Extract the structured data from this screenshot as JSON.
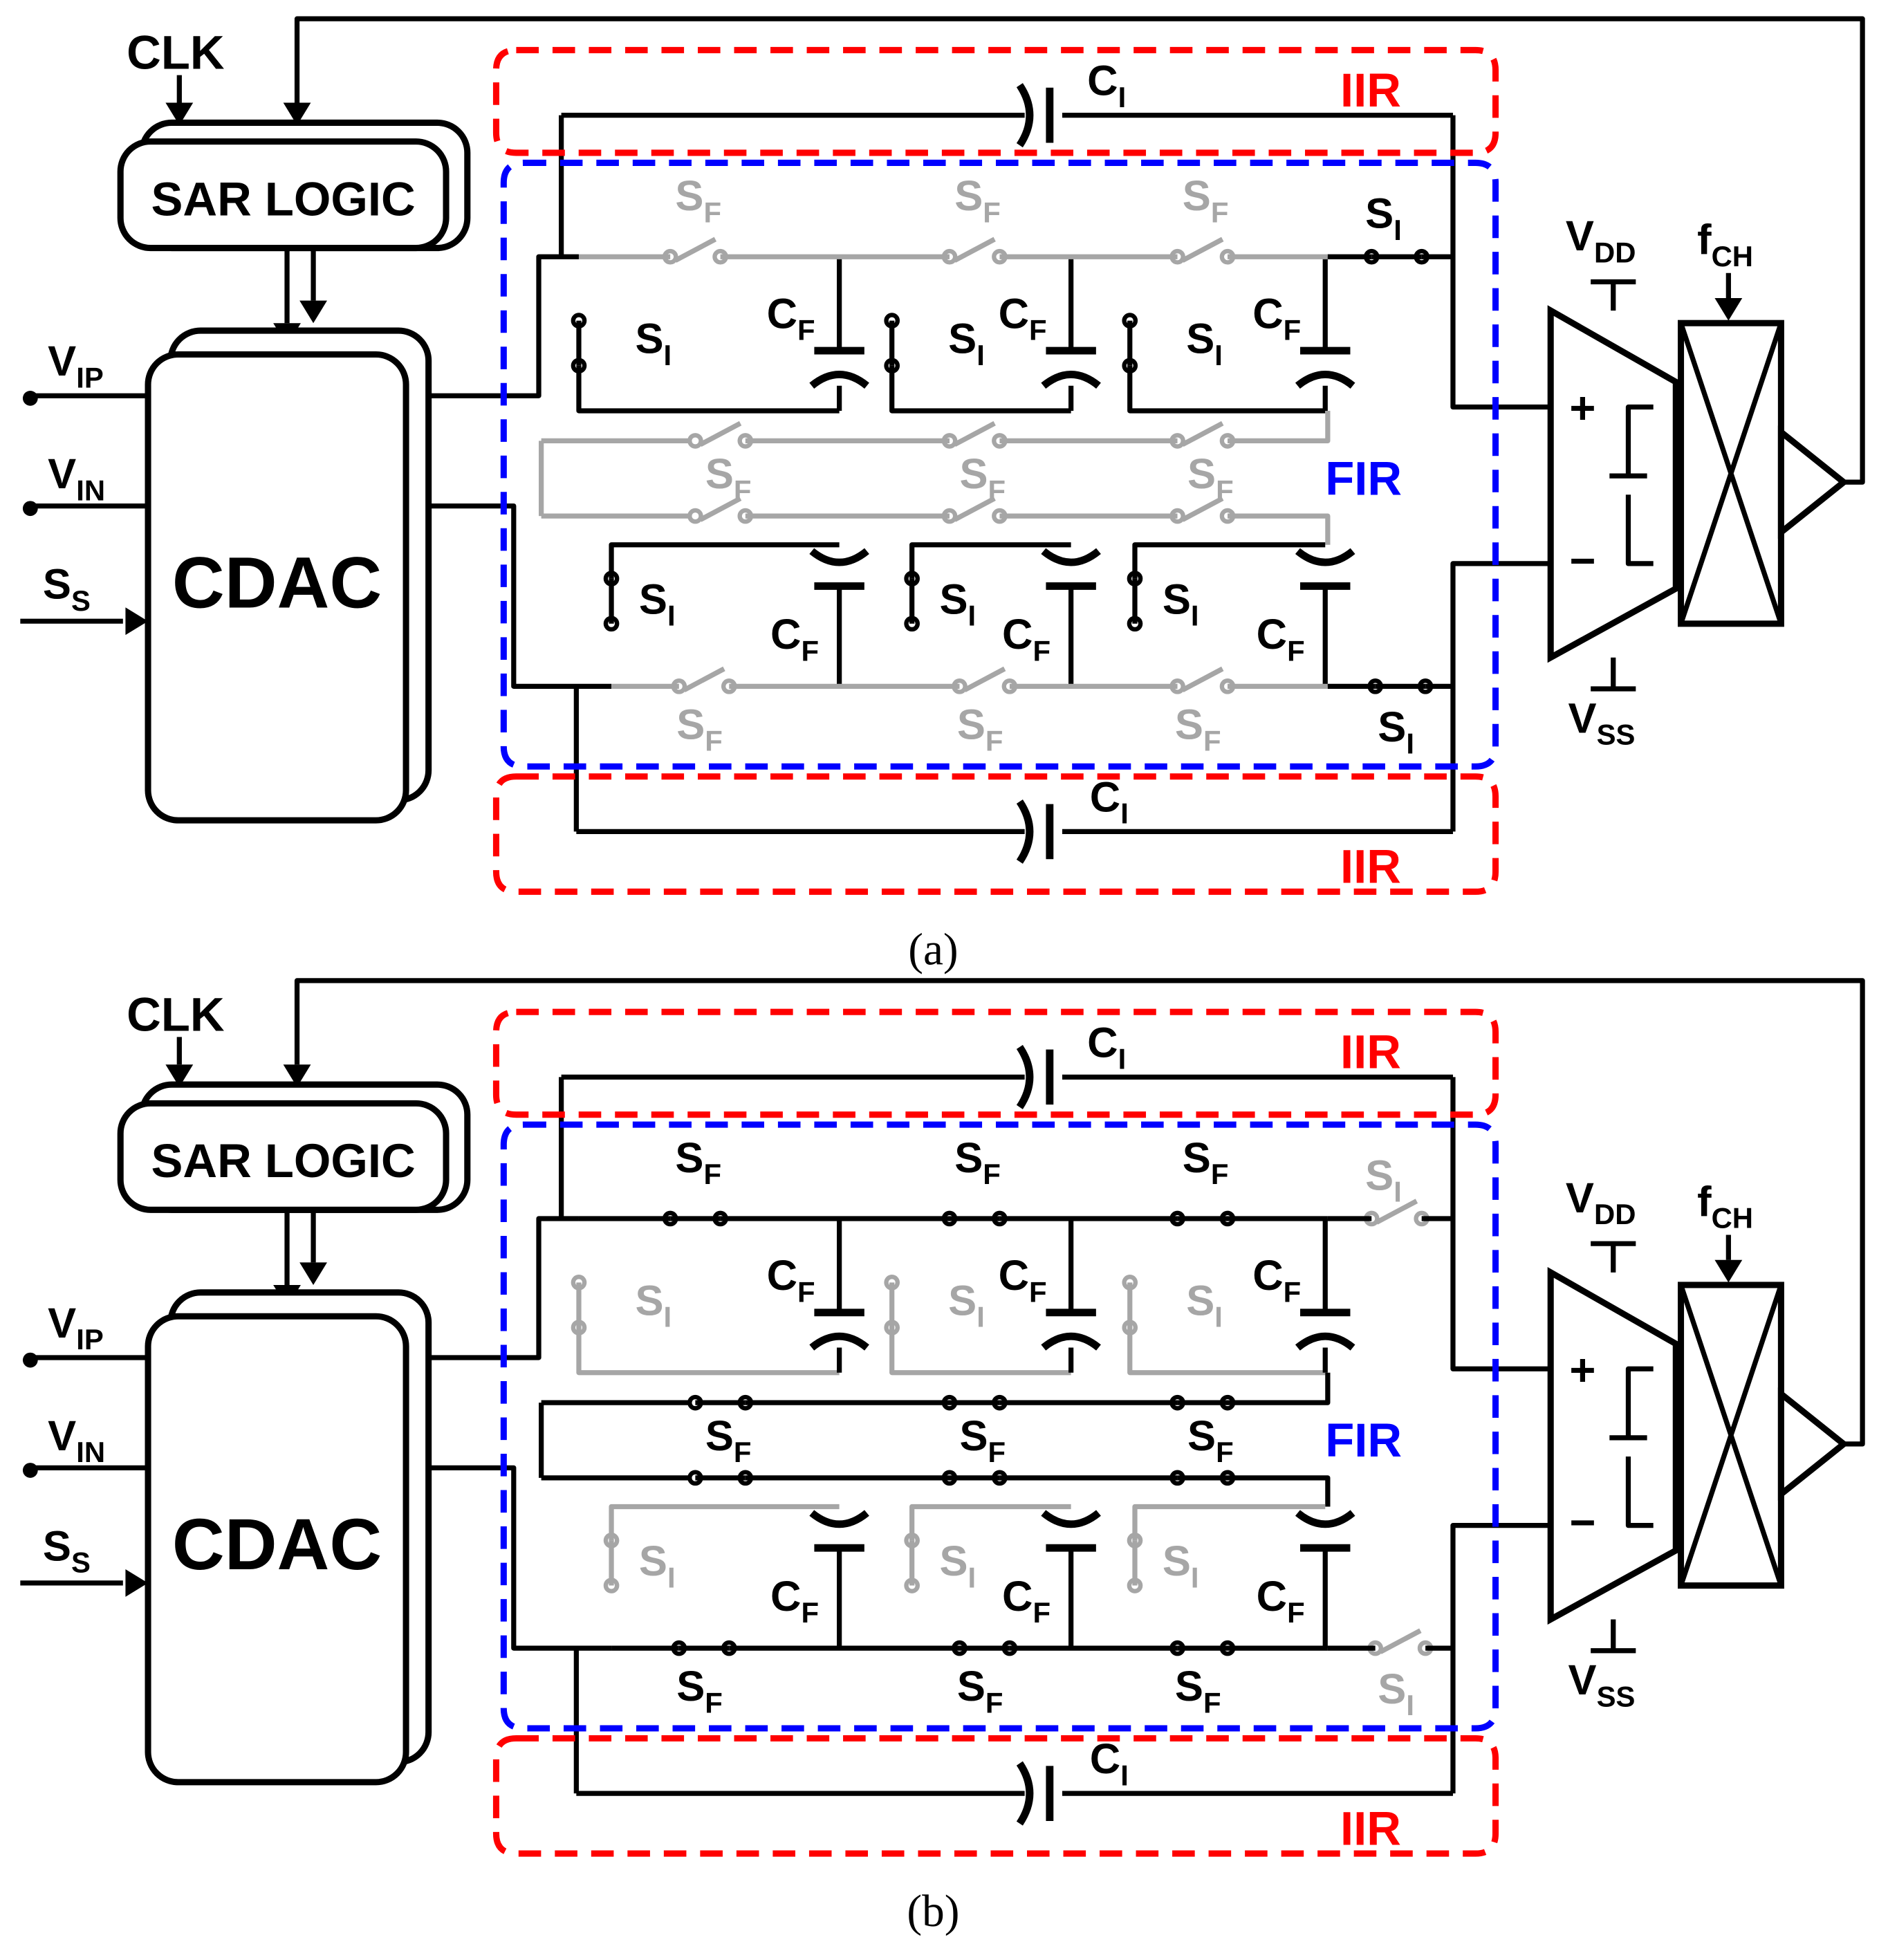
{
  "panels": [
    {
      "id": "a",
      "caption": "(a)",
      "clk": "CLK",
      "sar": "SAR LOGIC",
      "cdac": "CDAC",
      "vip": {
        "main": "V",
        "sub": "IP"
      },
      "vin": {
        "main": "V",
        "sub": "IN"
      },
      "ss": {
        "main": "S",
        "sub": "S"
      },
      "vdd": {
        "main": "V",
        "sub": "DD"
      },
      "vss": {
        "main": "V",
        "sub": "SS"
      },
      "fch": {
        "main": "f",
        "sub": "CH"
      },
      "ci": {
        "main": "C",
        "sub": "I"
      },
      "cf": {
        "main": "C",
        "sub": "F"
      },
      "si": {
        "main": "S",
        "sub": "I"
      },
      "sf": {
        "main": "S",
        "sub": "F"
      },
      "iir": "IIR",
      "fir": "FIR",
      "opamp_plus": "+",
      "opamp_minus": "−",
      "mode": "integration"
    },
    {
      "id": "b",
      "caption": "(b)",
      "clk": "CLK",
      "sar": "SAR LOGIC",
      "cdac": "CDAC",
      "vip": {
        "main": "V",
        "sub": "IP"
      },
      "vin": {
        "main": "V",
        "sub": "IN"
      },
      "ss": {
        "main": "S",
        "sub": "S"
      },
      "vdd": {
        "main": "V",
        "sub": "DD"
      },
      "vss": {
        "main": "V",
        "sub": "SS"
      },
      "fch": {
        "main": "f",
        "sub": "CH"
      },
      "ci": {
        "main": "C",
        "sub": "I"
      },
      "cf": {
        "main": "C",
        "sub": "F"
      },
      "si": {
        "main": "S",
        "sub": "I"
      },
      "sf": {
        "main": "S",
        "sub": "F"
      },
      "iir": "IIR",
      "fir": "FIR",
      "opamp_plus": "+",
      "opamp_minus": "−",
      "mode": "fir-shift"
    }
  ],
  "colors": {
    "wire": "#000000",
    "inactive": "#a6a6a6",
    "iir": "#ff0000",
    "fir": "#0000ff"
  }
}
